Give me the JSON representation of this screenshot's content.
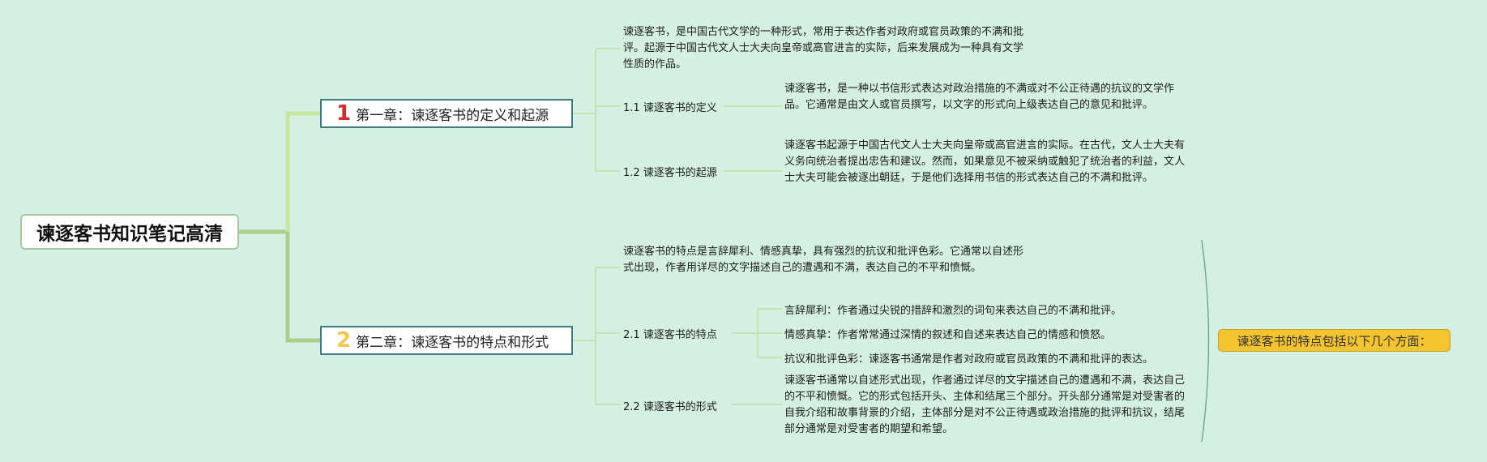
{
  "root": {
    "title": "谏逐客书知识笔记高清"
  },
  "chapters": [
    {
      "num": "1",
      "title": "第一章：谏逐客书的定义和起源",
      "intro": "谏逐客书，是中国古代文学的一种形式，常用于表达作者对政府或官员政策的不满和批评。起源于中国古代文人士大夫向皇帝或高官进言的实际，后来发展成为一种具有文学性质的作品。",
      "sections": [
        {
          "label": "1.1 谏逐客书的定义",
          "text": "谏逐客书，是一种以书信形式表达对政治措施的不满或对不公正待遇的抗议的文学作品。它通常是由文人或官员撰写，以文字的形式向上级表达自己的意见和批评。"
        },
        {
          "label": "1.2 谏逐客书的起源",
          "text": "谏逐客书起源于中国古代文人士大夫向皇帝或高官进言的实际。在古代，文人士大夫有义务向统治者提出忠告和建议。然而，如果意见不被采纳或触犯了统治者的利益，文人士大夫可能会被逐出朝廷，于是他们选择用书信的形式表达自己的不满和批评。"
        }
      ]
    },
    {
      "num": "2",
      "title": "第二章：谏逐客书的特点和形式",
      "intro": "谏逐客书的特点是言辞犀利、情感真挚，具有强烈的抗议和批评色彩。它通常以自述形式出现，作者用详尽的文字描述自己的遭遇和不满，表达自己的不平和愤慨。",
      "sections": [
        {
          "label": "2.1 谏逐客书的特点",
          "items": [
            "言辞犀利：作者通过尖锐的措辞和激烈的词句来表达自己的不满和批评。",
            "情感真挚：作者常常通过深情的叙述和自述来表达自己的情感和愤怒。",
            "抗议和批评色彩：谏逐客书通常是作者对政府或官员政策的不满和批评的表达。"
          ]
        },
        {
          "label": "2.2 谏逐客书的形式",
          "text": "谏逐客书通常以自述形式出现，作者通过详尽的文字描述自己的遭遇和不满，表达自己的不平和愤慨。它的形式包括开头、主体和结尾三个部分。开头部分通常是对受害者的自我介绍和故事背景的介绍，主体部分是对不公正待遇或政治措施的批评和抗议，结尾部分通常是对受害者的期望和希望。"
        }
      ]
    }
  ],
  "summary": {
    "text": "谏逐客书的特点包括以下几个方面："
  },
  "colors": {
    "background": "#d4f0e2",
    "main_branch": "#a8d08d",
    "chapter_border": "#3f7c86",
    "sub_branch": "#b9e0a8",
    "summary_fill": "#f4c430",
    "chapter1_number": "#d9282f",
    "chapter2_number": "#f2c94c"
  }
}
